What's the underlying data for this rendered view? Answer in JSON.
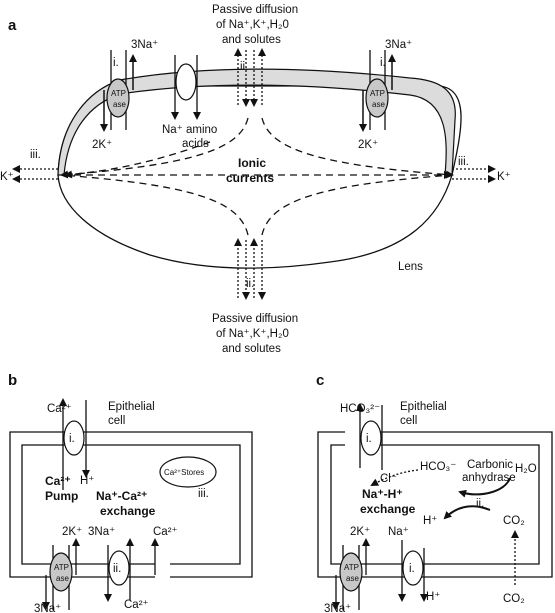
{
  "panels": {
    "a": {
      "letter": "a",
      "passive_top": [
        "Passive diffusion",
        "of Na⁺,K⁺,H₂0",
        "and solutes"
      ],
      "passive_bottom": [
        "Passive diffusion",
        "of Na⁺,K⁺,H₂0",
        "and solutes"
      ],
      "ionic_currents": [
        "Ionic",
        "currents"
      ],
      "lens": "Lens",
      "na_amino": [
        "Na⁺ amino",
        "acids"
      ],
      "pump_left": {
        "out": "3Na⁺",
        "in": "2K⁺",
        "label": "i.",
        "atp": [
          "ATP",
          "ase"
        ]
      },
      "pump_right": {
        "out": "3Na⁺",
        "in": "2K⁺",
        "label": "i.",
        "atp": [
          "ATP",
          "ase"
        ]
      },
      "k_left": {
        "ion": "K⁺",
        "label": "iii."
      },
      "k_right": {
        "ion": "K⁺",
        "label": "iii."
      },
      "ii_top": "ii.",
      "ii_bottom": "ii."
    },
    "b": {
      "letter": "b",
      "cell": [
        "Epithelial",
        "cell"
      ],
      "ca_out": "Ca²⁺",
      "h_in": "H⁺",
      "exchanger_label": "i.",
      "ca_pump": [
        "Ca²⁺",
        "Pump"
      ],
      "naca": [
        "Na⁺-Ca²⁺",
        "exchange"
      ],
      "stores": "Ca²⁺Stores",
      "iii": "iii.",
      "k_bottom": "2K⁺",
      "na_bottom": "3Na⁺",
      "ca_right": "Ca²⁺",
      "na_out": "3Na⁺",
      "ca_bottom": "Ca²⁺",
      "ii": "ii.",
      "atp": [
        "ATP",
        "ase"
      ]
    },
    "c": {
      "letter": "c",
      "hco3_out": "HCO₃²⁻",
      "cell": [
        "Epithelial",
        "cell"
      ],
      "exchanger_label": "i.",
      "cl": "Cl⁻",
      "hco3_in": "HCO₃⁻",
      "carbonic": [
        "Carbonic",
        "anhydrase"
      ],
      "h2o": "H₂O",
      "nah": [
        "Na⁺-H⁺",
        "exchange"
      ],
      "ii": "ii.",
      "h_mid": "H⁺",
      "co2_mid": "CO₂",
      "co2_bottom": "CO₂",
      "k_bottom": "2K⁺",
      "na_bottom": "Na⁺",
      "na_out": "3Na⁺",
      "h_out": "H⁺",
      "i_bottom": "i.",
      "atp": [
        "ATP",
        "ase"
      ]
    }
  }
}
